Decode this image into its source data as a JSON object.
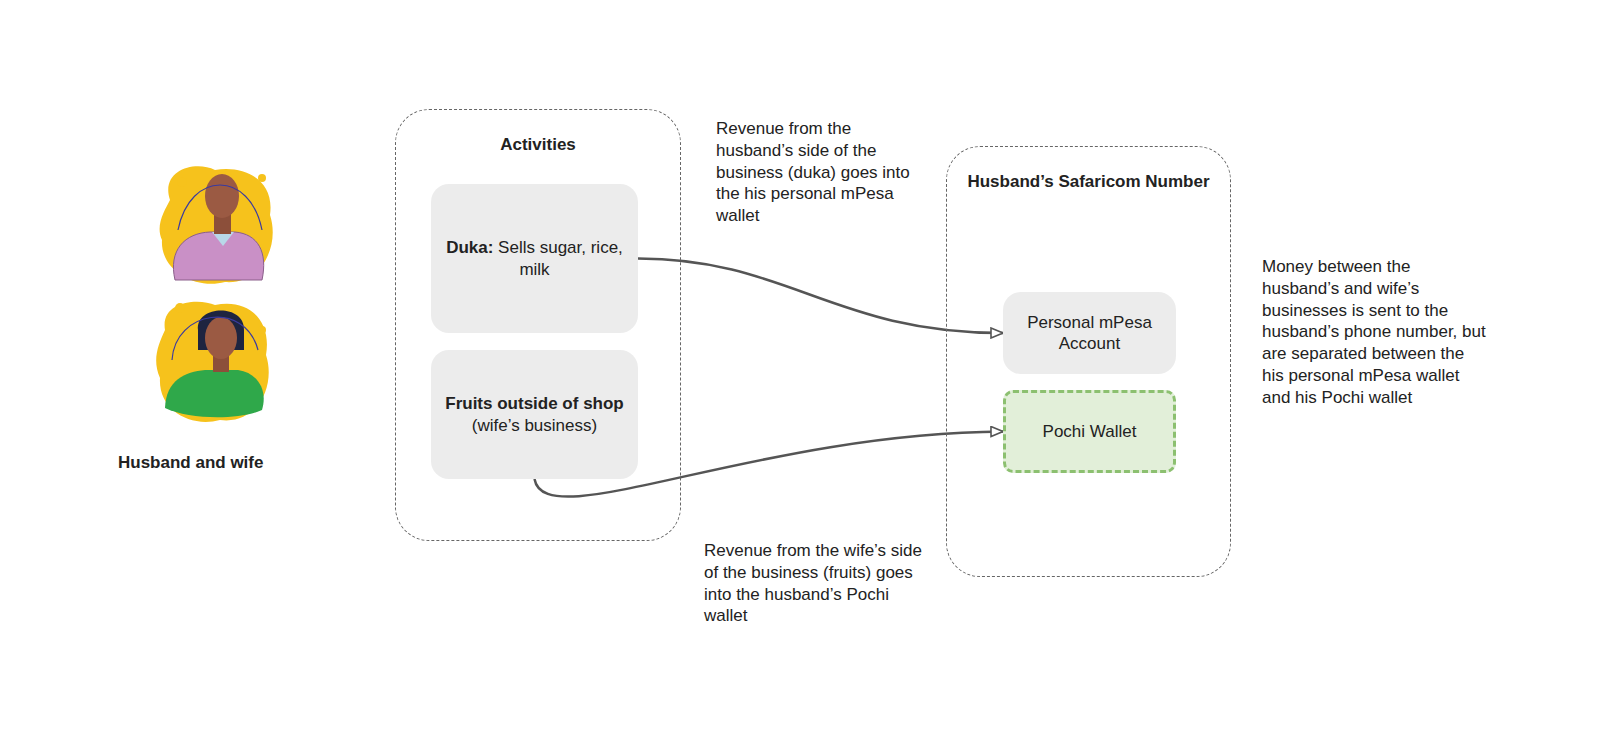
{
  "diagram": {
    "nodes": [
      {
        "text": [
          "Activities"
        ]
      },
      {
        "text": [
          "Duka:",
          "Sells sugar, rice, milk"
        ],
        "in": 0
      },
      {
        "text": [
          "Fruits outside of shop",
          "(wife’s business)"
        ],
        "in": 0
      },
      {
        "text": [
          "Husband’s Safaricom Number"
        ]
      },
      {
        "text": [
          "Personal mPesa Account"
        ],
        "in": 3
      },
      {
        "text": [
          "Pochi Wallet"
        ],
        "in": 3
      }
    ],
    "edges": [
      {
        "from": 1,
        "to": 4,
        "arrow": "to"
      },
      {
        "from": 2,
        "to": 5,
        "arrow": "to"
      }
    ],
    "labels": [
      "Husband and wife",
      "Revenue from the husband’s side of the business (duka) goes into the his personal mPesa wallet",
      "Revenue from the wife’s side of the business (fruits) goes into the husband’s Pochi wallet",
      "Money between the husband’s and wife’s businesses is sent to the husband’s phone number, but are separated between the his personal mPesa wallet and his Pochi wallet"
    ]
  }
}
